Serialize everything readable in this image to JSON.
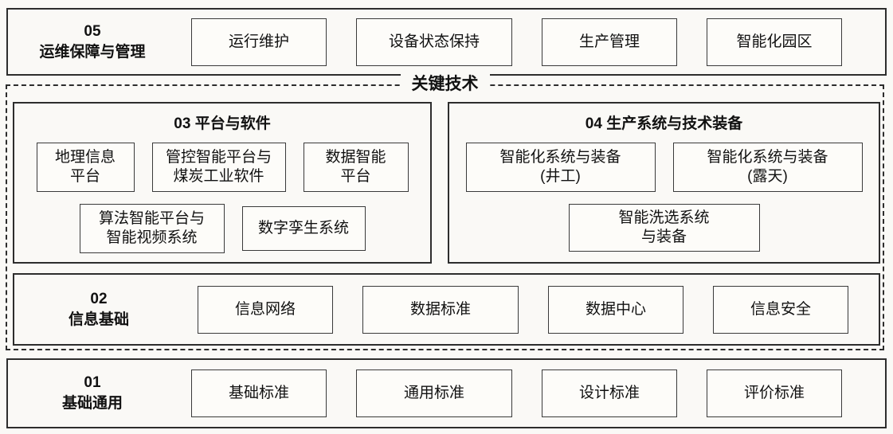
{
  "diagram": {
    "keytech_label": "关键技术",
    "s05": {
      "label": "05\n运维保障与管理",
      "items": [
        "运行维护",
        "设备状态保持",
        "生产管理",
        "智能化园区"
      ]
    },
    "s03": {
      "title": "03 平台与软件",
      "row1": [
        "地理信息\n平台",
        "管控智能平台与\n煤炭工业软件",
        "数据智能\n平台"
      ],
      "row2": [
        "算法智能平台与\n智能视频系统",
        "数字孪生系统"
      ]
    },
    "s04": {
      "title": "04 生产系统与技术装备",
      "row1": [
        "智能化系统与装备\n(井工)",
        "智能化系统与装备\n(露天)"
      ],
      "row2": [
        "智能洗选系统\n与装备"
      ]
    },
    "s02": {
      "label": "02\n信息基础",
      "items": [
        "信息网络",
        "数据标准",
        "数据中心",
        "信息安全"
      ]
    },
    "s01": {
      "label": "01\n基础通用",
      "items": [
        "基础标准",
        "通用标准",
        "设计标准",
        "评价标准"
      ]
    }
  }
}
